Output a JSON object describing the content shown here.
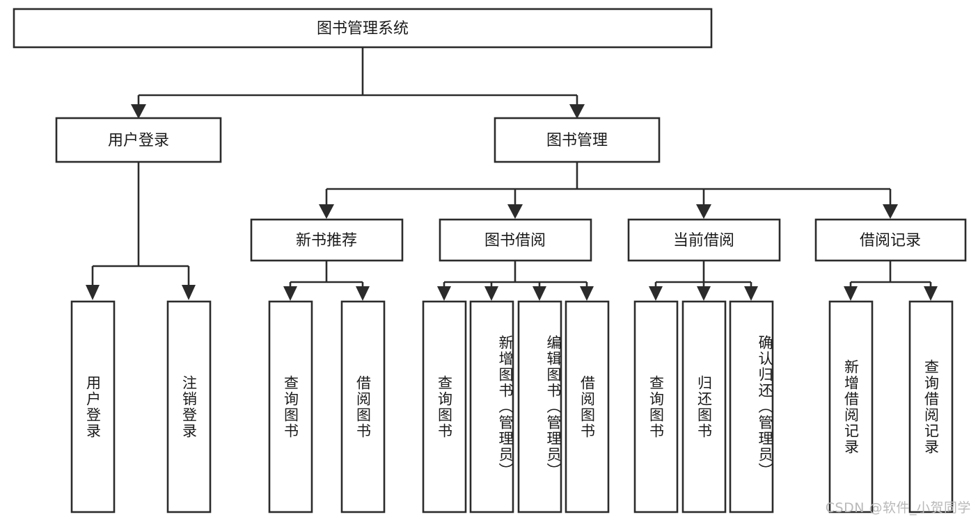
{
  "diagram": {
    "title": "图书管理系统",
    "type": "tree",
    "orientation": "top-down",
    "colors": {
      "background": "#ffffff",
      "box_stroke": "#2b2b2b",
      "box_fill": "#ffffff",
      "connector": "#2b2b2b",
      "text": "#1a1a1a",
      "watermark": "#b9b9b9"
    },
    "root": {
      "label": "图书管理系统"
    },
    "level2": [
      {
        "label": "用户登录"
      },
      {
        "label": "图书管理"
      }
    ],
    "level3": [
      {
        "label": "新书推荐"
      },
      {
        "label": "图书借阅"
      },
      {
        "label": "当前借阅"
      },
      {
        "label": "借阅记录"
      }
    ],
    "leaves": {
      "user_login": [
        {
          "label": "用户登录"
        },
        {
          "label": "注销登录"
        }
      ],
      "new_book_recommend": [
        {
          "label": "查询图书"
        },
        {
          "label": "借阅图书"
        }
      ],
      "book_borrow": [
        {
          "label": "查询图书"
        },
        {
          "label": "新增图书（管理员）"
        },
        {
          "label": "编辑图书（管理员）"
        },
        {
          "label": "借阅图书"
        }
      ],
      "current_borrow": [
        {
          "label": "查询图书"
        },
        {
          "label": "归还图书"
        },
        {
          "label": "确认归还（管理员）"
        }
      ],
      "borrow_record": [
        {
          "label": "新增借阅记录"
        },
        {
          "label": "查询借阅记录"
        }
      ]
    }
  },
  "watermark": {
    "text": "CSDN @软件_小贺同学"
  }
}
